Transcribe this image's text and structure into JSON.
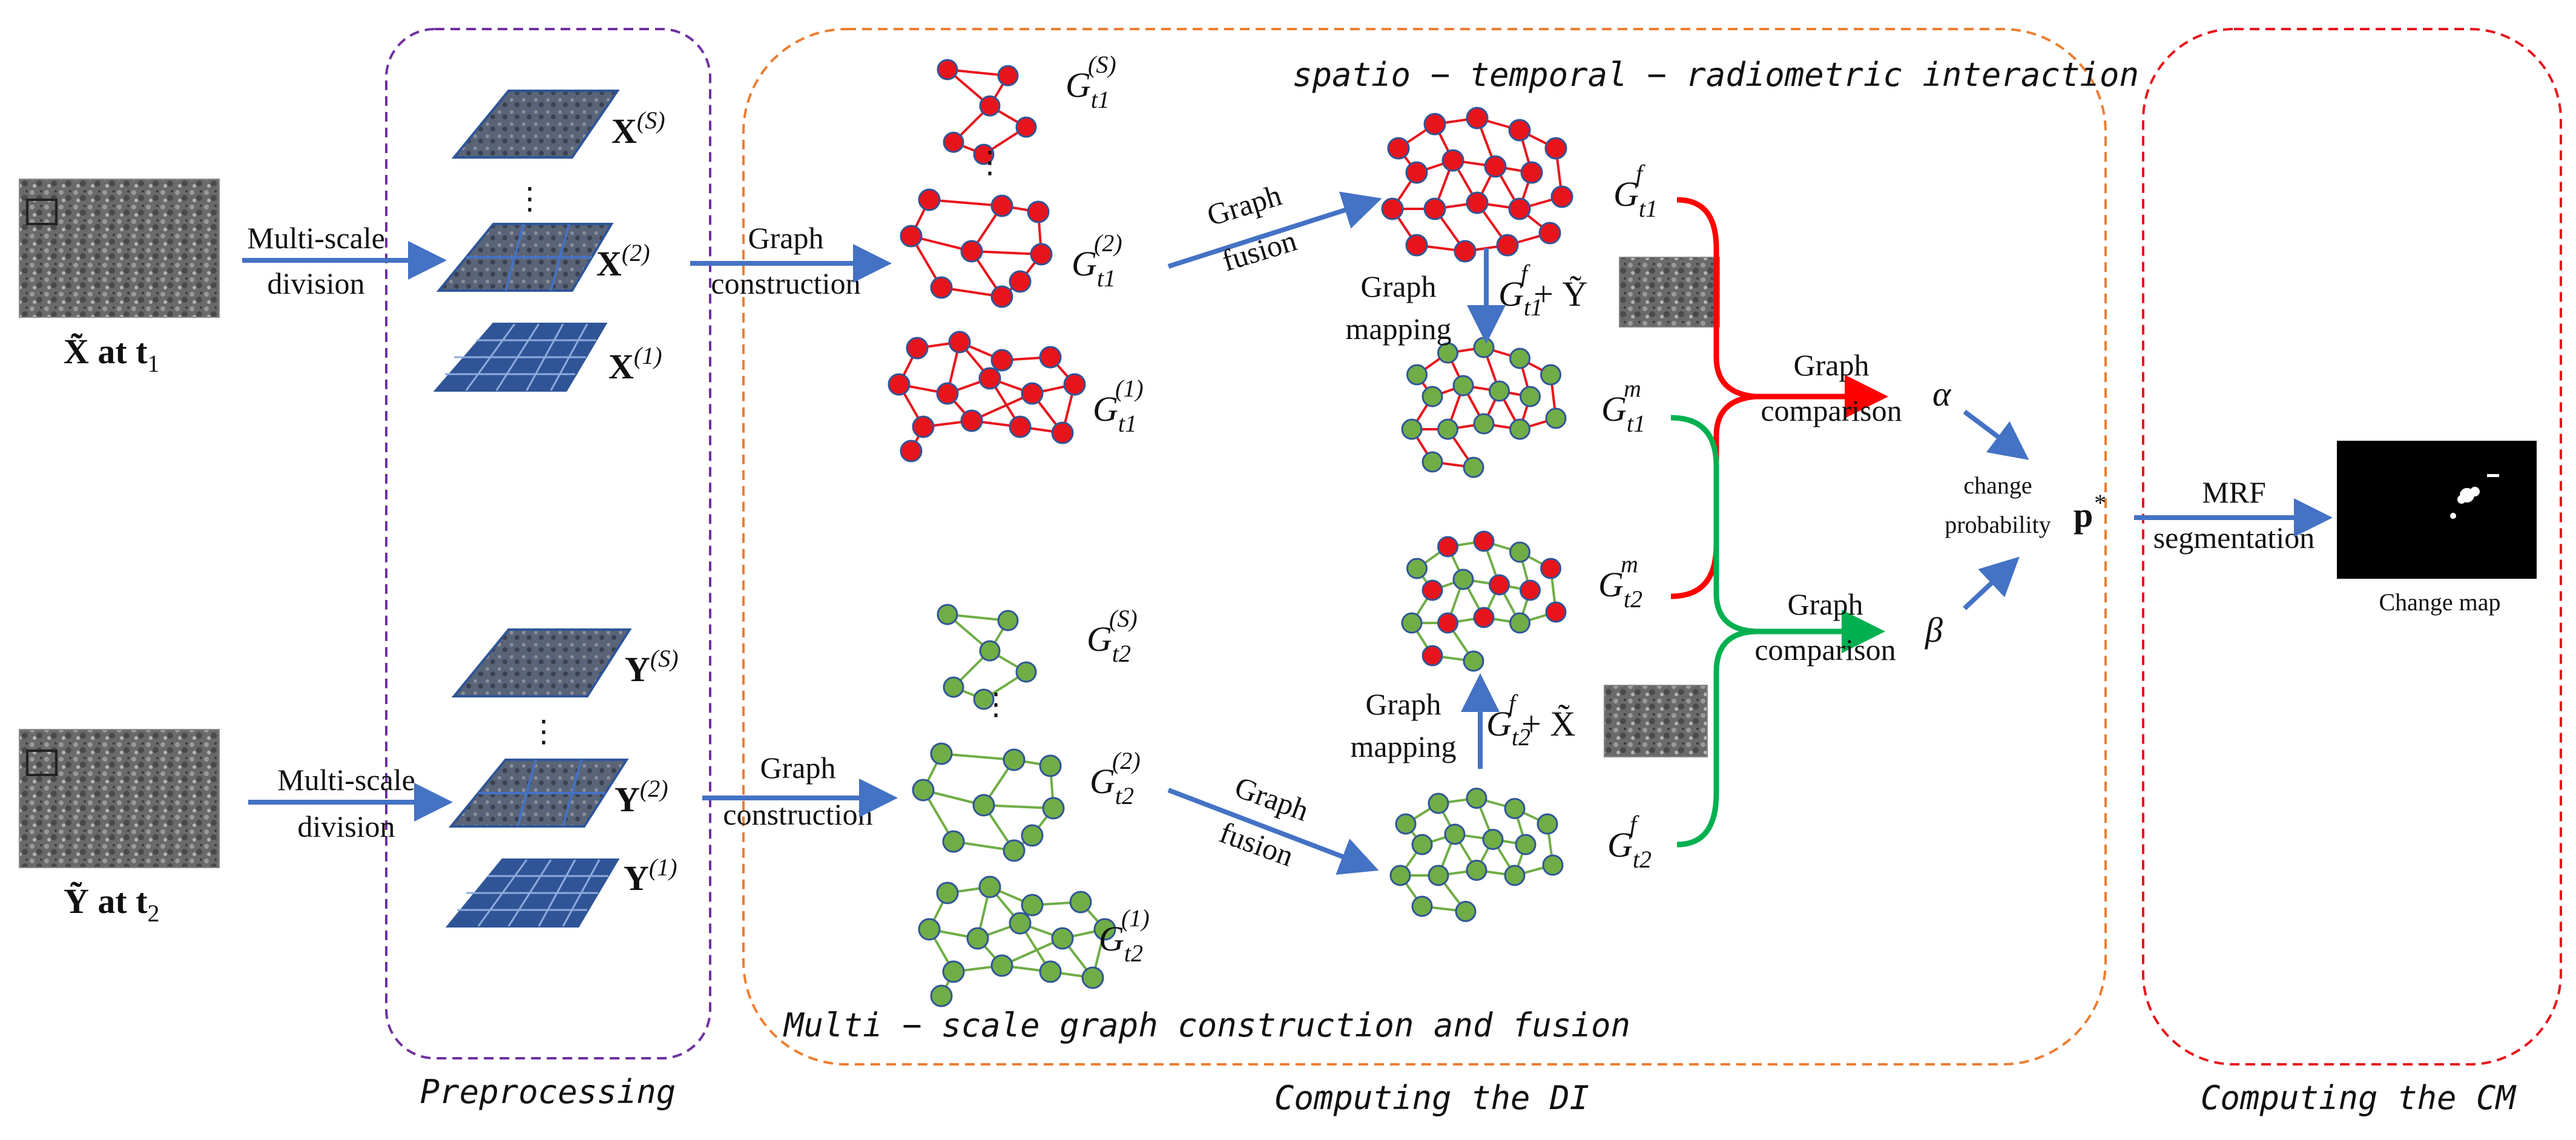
{
  "colors": {
    "arrow_blue": "#4472C4",
    "node_red": "#E8141C",
    "node_green": "#70AD47",
    "node_stroke": "#2F5597",
    "edge_red": "#E8141C",
    "edge_green": "#70AD47",
    "box_purple": "#7030A0",
    "box_orange": "#ED7D31",
    "box_red": "#E8141C",
    "curve_red": "#FF0000",
    "curve_green": "#00B050"
  },
  "inputs": {
    "x_label": "X̃ at t",
    "x_time_sub": "1",
    "y_label": "Ỹ at t",
    "y_time_sub": "2"
  },
  "multiscale": {
    "label_line1": "Multi-scale",
    "label_line2": "division"
  },
  "pyramid": {
    "x_sym": "X",
    "y_sym": "Y",
    "scale_s": "(S)",
    "scale_2": "(2)",
    "scale_1": "(1)",
    "ellipsis": "⋮"
  },
  "graph_construction": {
    "line1": "Graph",
    "line2": "construction"
  },
  "graph_fusion": {
    "line1": "Graph",
    "line2": "fusion"
  },
  "graph_mapping": {
    "line1": "Graph",
    "line2": "mapping"
  },
  "graph_comparison": {
    "line1": "Graph",
    "line2": "comparison"
  },
  "graphs": {
    "g_sym": "G",
    "sub_t1": "t1",
    "sub_t2": "t2",
    "sup_s": "(S)",
    "sup_2": "(2)",
    "sup_1": "(1)",
    "sup_f": "f",
    "sup_m": "m",
    "plus_y": "+ Ỹ",
    "plus_x": "+ X̃"
  },
  "interaction_title": "spatio − temporal − radiometric interaction",
  "fusion_caption": "Multi − scale graph construction and fusion",
  "alpha": "α",
  "beta": "β",
  "change_probability": {
    "line1": "change",
    "line2": "probability"
  },
  "p_star": "p",
  "p_sup": "*",
  "mrf": {
    "line1": "MRF",
    "line2": "segmentation"
  },
  "change_map_label": "Change map",
  "sections": {
    "preprocessing": "Preprocessing",
    "computing_di": "Computing the DI",
    "computing_cm": "Computing the CM"
  }
}
